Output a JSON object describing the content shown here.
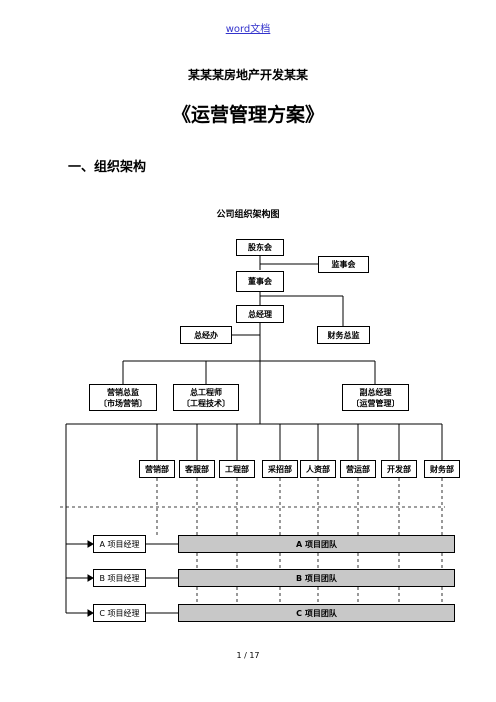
{
  "header": {
    "link_text": "word文档"
  },
  "document": {
    "company": "某某某房地产开发某某",
    "title": "《运营管理方案》",
    "section_heading": "一、组织架构"
  },
  "org_chart": {
    "title": "公司组织架构图",
    "top": {
      "shareholders": "股东会",
      "supervisors": "监事会",
      "board": "董事会",
      "gm": "总经理",
      "gm_office": "总经办",
      "finance_director": "财务总监"
    },
    "executives": [
      {
        "line1": "营销总监",
        "line2": "〔市场营销〕"
      },
      {
        "line1": "总工程师",
        "line2": "〔工程技术〕"
      },
      {
        "line1": "副总经理",
        "line2": "〔运营管理〕"
      }
    ],
    "departments": [
      "营销部",
      "客服部",
      "工程部",
      "采招部",
      "人资部",
      "营运部",
      "开发部",
      "财务部"
    ],
    "projects": [
      {
        "manager": "A 项目经理",
        "team": "A 项目团队"
      },
      {
        "manager": "B 项目经理",
        "team": "B 项目团队"
      },
      {
        "manager": "C 项目经理",
        "team": "C 项目团队"
      }
    ]
  },
  "footer": {
    "page_number": "1  / 17"
  }
}
